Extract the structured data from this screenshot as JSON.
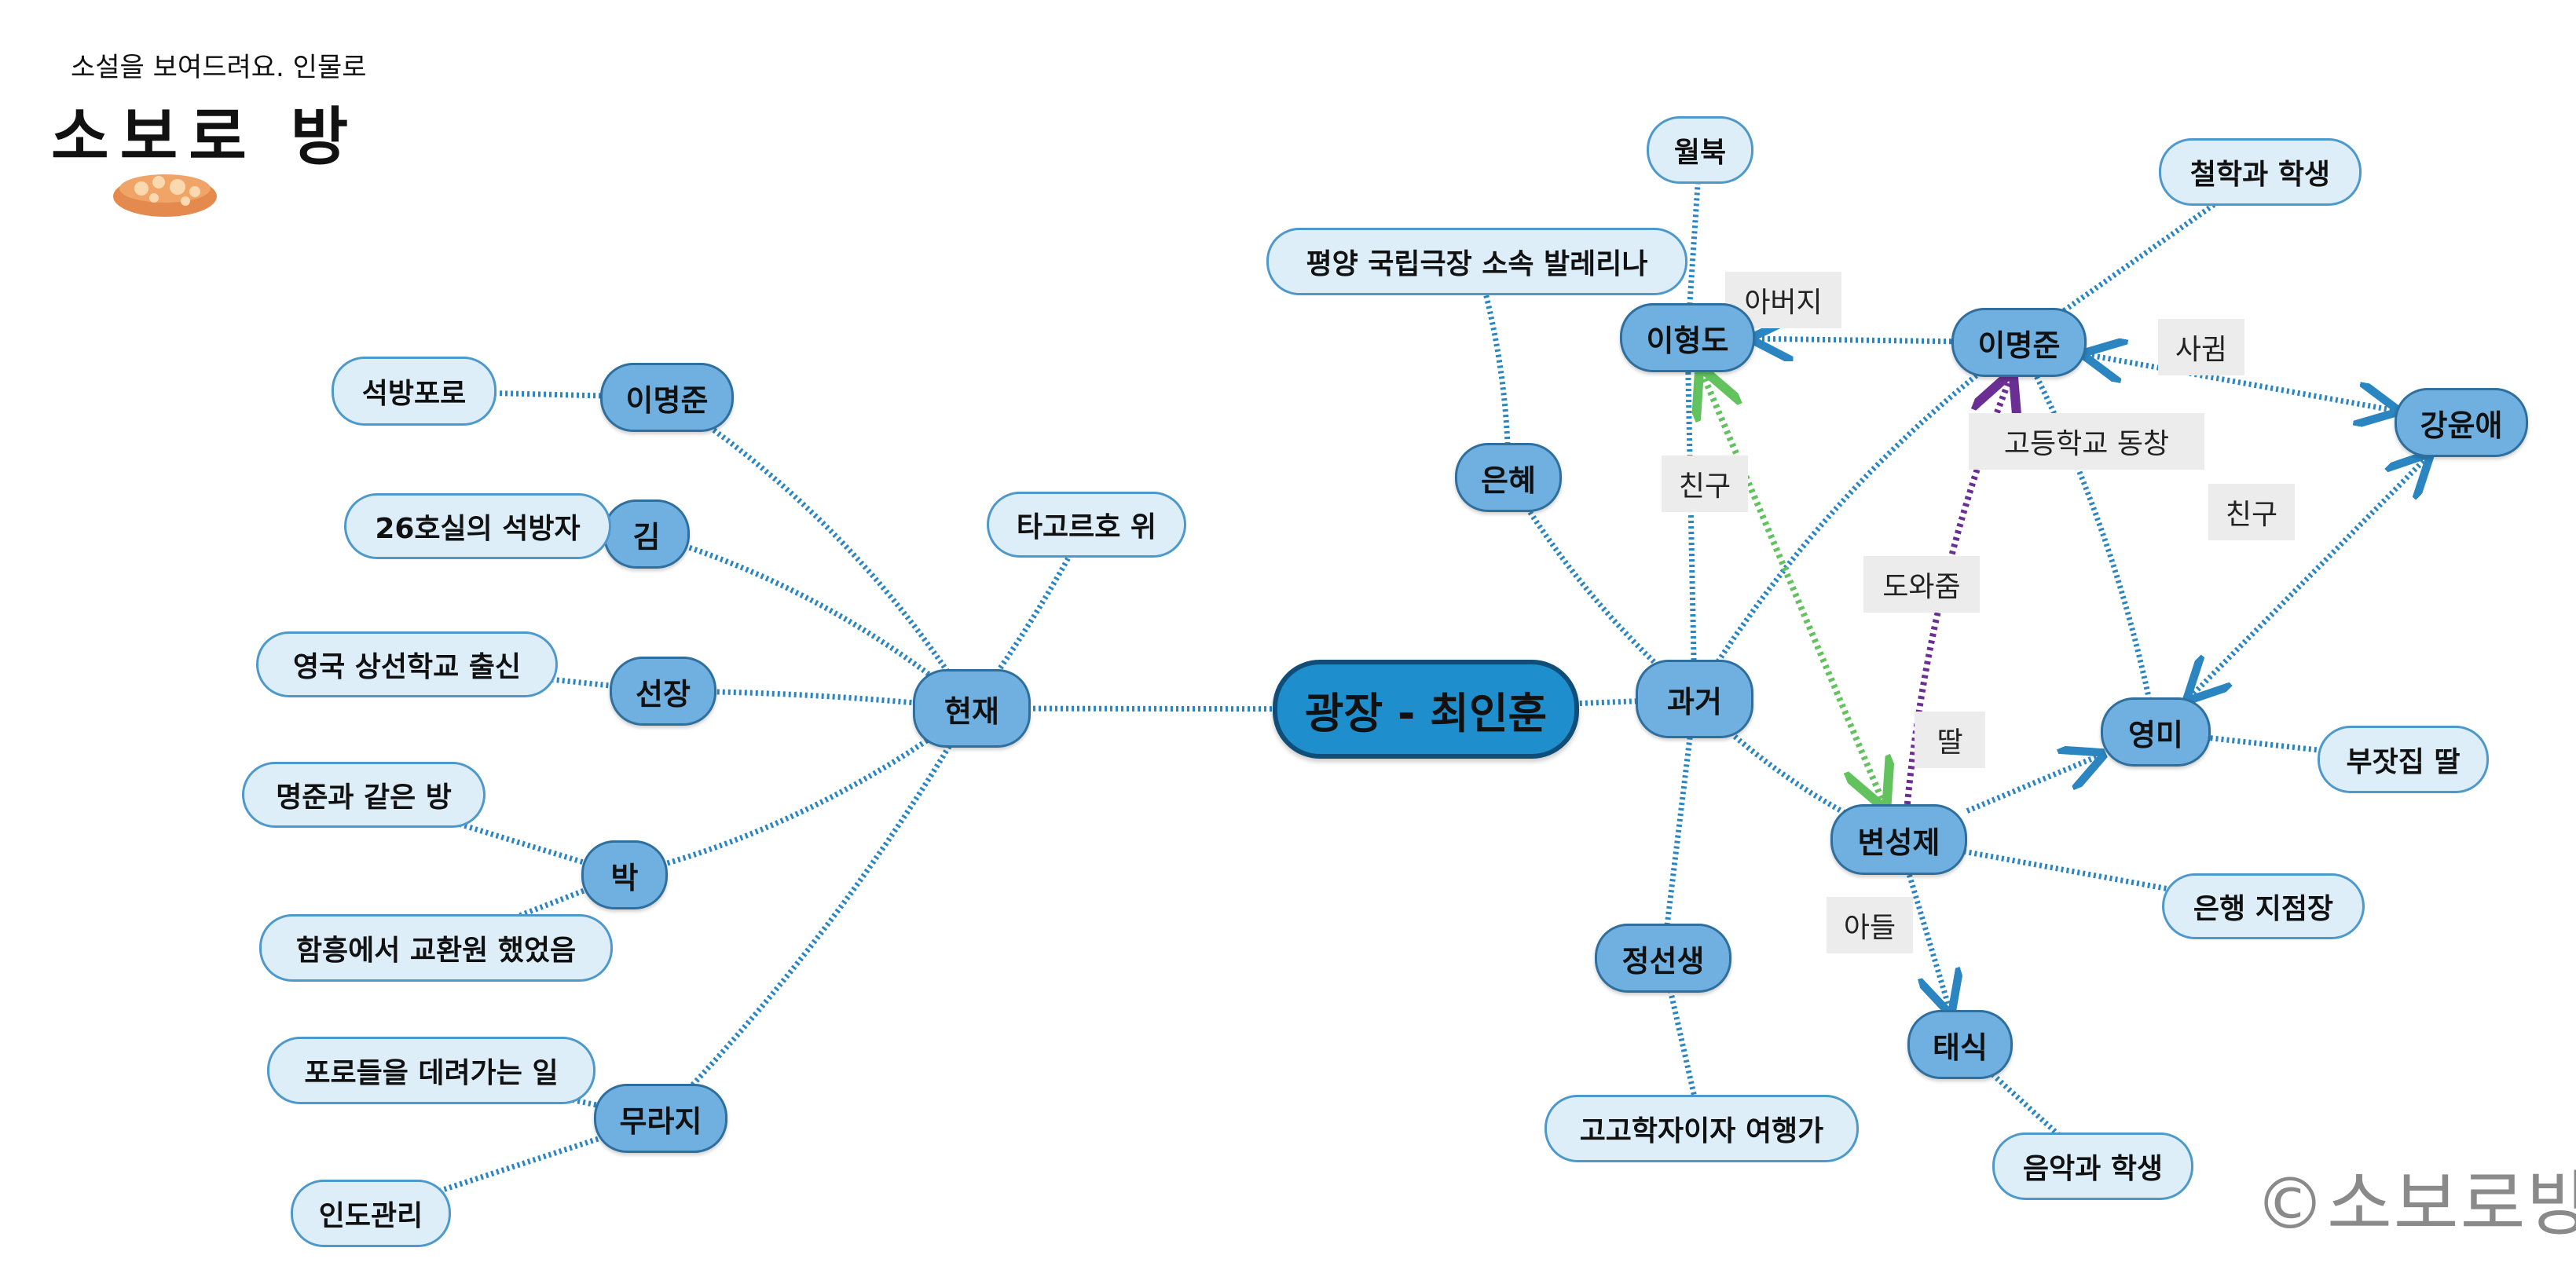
{
  "logo": {
    "tagline": "소설을 보여드려요. 인물로",
    "name": "소보로 방",
    "icon": "soboro-bread-icon"
  },
  "copyright": "©소보로방",
  "colors": {
    "primary_fill": "#6fb0e0",
    "leaf_fill": "#deeef9",
    "center_fill": "#1e8fcc",
    "edge_blue": "#2b85c0",
    "edge_green": "#62c25e",
    "edge_purple": "#6b2f94",
    "label_fill": "#ececec"
  },
  "nodes": [
    {
      "id": "center",
      "label": "광장 - 최인훈",
      "kind": "center"
    },
    {
      "id": "present",
      "label": "현재",
      "kind": "primary"
    },
    {
      "id": "past",
      "label": "과거",
      "kind": "primary"
    },
    {
      "id": "mj_present",
      "label": "이명준",
      "kind": "primary"
    },
    {
      "id": "kim",
      "label": "김",
      "kind": "primary"
    },
    {
      "id": "captain",
      "label": "선장",
      "kind": "primary"
    },
    {
      "id": "park",
      "label": "박",
      "kind": "primary"
    },
    {
      "id": "murazi",
      "label": "무라지",
      "kind": "primary"
    },
    {
      "id": "sukbang",
      "label": "석방포로",
      "kind": "leaf"
    },
    {
      "id": "room26",
      "label": "26호실의 석방자",
      "kind": "leaf"
    },
    {
      "id": "uk_school",
      "label": "영국 상선학교 출신",
      "kind": "leaf"
    },
    {
      "id": "same_room",
      "label": "명준과 같은 방",
      "kind": "leaf"
    },
    {
      "id": "hamhung",
      "label": "함흥에서 교환원 했었음",
      "kind": "leaf"
    },
    {
      "id": "pow_work",
      "label": "포로들을 데려가는 일",
      "kind": "leaf"
    },
    {
      "id": "india",
      "label": "인도관리",
      "kind": "leaf"
    },
    {
      "id": "tagore",
      "label": "타고르호 위",
      "kind": "leaf"
    },
    {
      "id": "eunhye",
      "label": "은혜",
      "kind": "primary"
    },
    {
      "id": "ballerina",
      "label": "평양 국립극장 소속 발레리나",
      "kind": "leaf"
    },
    {
      "id": "lhd",
      "label": "이형도",
      "kind": "primary"
    },
    {
      "id": "wolbuk",
      "label": "월북",
      "kind": "leaf"
    },
    {
      "id": "mj_past",
      "label": "이명준",
      "kind": "primary"
    },
    {
      "id": "philosophy",
      "label": "철학과 학생",
      "kind": "leaf"
    },
    {
      "id": "kang",
      "label": "강윤애",
      "kind": "primary"
    },
    {
      "id": "youngmi",
      "label": "영미",
      "kind": "primary"
    },
    {
      "id": "rich_daughter",
      "label": "부잣집 딸",
      "kind": "leaf"
    },
    {
      "id": "bsj",
      "label": "변성제",
      "kind": "primary"
    },
    {
      "id": "bank",
      "label": "은행 지점장",
      "kind": "leaf"
    },
    {
      "id": "taesik",
      "label": "태식",
      "kind": "primary"
    },
    {
      "id": "music",
      "label": "음악과 학생",
      "kind": "leaf"
    },
    {
      "id": "jung",
      "label": "정선생",
      "kind": "primary"
    },
    {
      "id": "archaeologist",
      "label": "고고학자이자 여행가",
      "kind": "leaf"
    }
  ],
  "edges": [
    {
      "from": "center",
      "to": "present",
      "style": "plain"
    },
    {
      "from": "center",
      "to": "past",
      "style": "plain"
    },
    {
      "from": "present",
      "to": "mj_present",
      "style": "plain"
    },
    {
      "from": "present",
      "to": "kim",
      "style": "plain"
    },
    {
      "from": "present",
      "to": "captain",
      "style": "plain"
    },
    {
      "from": "present",
      "to": "park",
      "style": "plain"
    },
    {
      "from": "present",
      "to": "murazi",
      "style": "plain"
    },
    {
      "from": "present",
      "to": "tagore",
      "style": "plain"
    },
    {
      "from": "mj_present",
      "to": "sukbang",
      "style": "plain"
    },
    {
      "from": "kim",
      "to": "room26",
      "style": "plain"
    },
    {
      "from": "captain",
      "to": "uk_school",
      "style": "plain"
    },
    {
      "from": "park",
      "to": "same_room",
      "style": "plain"
    },
    {
      "from": "park",
      "to": "hamhung",
      "style": "plain"
    },
    {
      "from": "murazi",
      "to": "pow_work",
      "style": "plain"
    },
    {
      "from": "murazi",
      "to": "india",
      "style": "plain"
    },
    {
      "from": "past",
      "to": "eunhye",
      "style": "plain"
    },
    {
      "from": "eunhye",
      "to": "ballerina",
      "style": "plain"
    },
    {
      "from": "past",
      "to": "lhd",
      "style": "plain"
    },
    {
      "from": "lhd",
      "to": "wolbuk",
      "style": "plain"
    },
    {
      "from": "past",
      "to": "mj_past",
      "style": "plain"
    },
    {
      "from": "mj_past",
      "to": "philosophy",
      "style": "plain"
    },
    {
      "from": "past",
      "to": "bsj",
      "style": "plain"
    },
    {
      "from": "past",
      "to": "jung",
      "style": "plain"
    },
    {
      "from": "jung",
      "to": "archaeologist",
      "style": "plain"
    },
    {
      "from": "bsj",
      "to": "bank",
      "style": "plain"
    },
    {
      "from": "taesik",
      "to": "music",
      "style": "plain"
    },
    {
      "from": "youngmi",
      "to": "rich_daughter",
      "style": "plain"
    },
    {
      "from": "mj_past",
      "to": "youngmi",
      "style": "plain",
      "label": "고등학교 동창"
    },
    {
      "from": "mj_past",
      "to": "lhd",
      "style": "arrow-end",
      "label": "아버지"
    },
    {
      "from": "mj_past",
      "to": "kang",
      "style": "arrow-both",
      "label": "사귐"
    },
    {
      "from": "youngmi",
      "to": "kang",
      "style": "arrow-both",
      "label": "친구"
    },
    {
      "from": "bsj",
      "to": "youngmi",
      "style": "arrow-end",
      "label": "딸"
    },
    {
      "from": "bsj",
      "to": "taesik",
      "style": "arrow-end",
      "label": "아들"
    },
    {
      "from": "lhd",
      "to": "bsj",
      "style": "arrow-both-green",
      "label": "친구"
    },
    {
      "from": "bsj",
      "to": "mj_past",
      "style": "arrow-end-purple",
      "label": "도와줌"
    }
  ]
}
